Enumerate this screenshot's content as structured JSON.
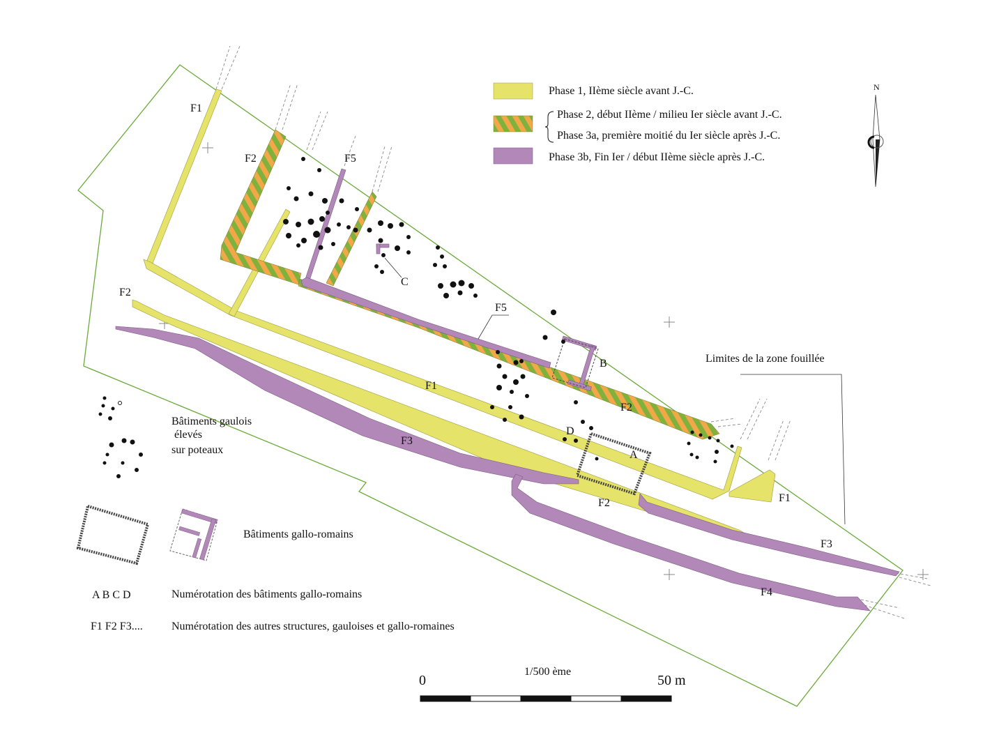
{
  "colors": {
    "phase1": "#e6e36a",
    "phase2_a": "#7fb13c",
    "phase2_b": "#f2a848",
    "phase3b": "#b288b8",
    "outline": "#6aaa3a",
    "posts": "#111111"
  },
  "legend": {
    "phase1": "Phase 1, IIème siècle avant J.-C.",
    "phase2": "Phase 2, début IIème / milieu Ier siècle avant J.-C.",
    "phase3a": "Phase 3a, première moitié du Ier siècle après J.-C.",
    "phase3b": "Phase 3b, Fin Ier / début IIème siècle après J.-C."
  },
  "north": "N",
  "labels": {
    "F1_a": "F1",
    "F2_a": "F2",
    "F5_a": "F5",
    "C": "C",
    "F2_b": "F2",
    "F5_b": "F5",
    "B": "B",
    "F1_b": "F1",
    "F2_c": "F2",
    "D": "D",
    "A": "A",
    "F3_a": "F3",
    "F2_d": "F2",
    "F1_c": "F1",
    "F3_b": "F3",
    "F4": "F4",
    "limites": "Limites de la zone fouillée"
  },
  "key": {
    "gaulois_1": "Bâtiments gaulois",
    "gaulois_2": "élevés",
    "gaulois_3": "sur poteaux",
    "gallo": "Bâtiments gallo-romains",
    "letters": "A  B  C   D",
    "letters_desc": "Numérotation des bâtiments gallo-romains",
    "fnums": "F1    F2   F3....",
    "fnums_desc": "Numérotation des autres structures, gauloises et gallo-romaines"
  },
  "scale": {
    "ratio": "1/500 ème",
    "start": "0",
    "end": "50 m"
  }
}
